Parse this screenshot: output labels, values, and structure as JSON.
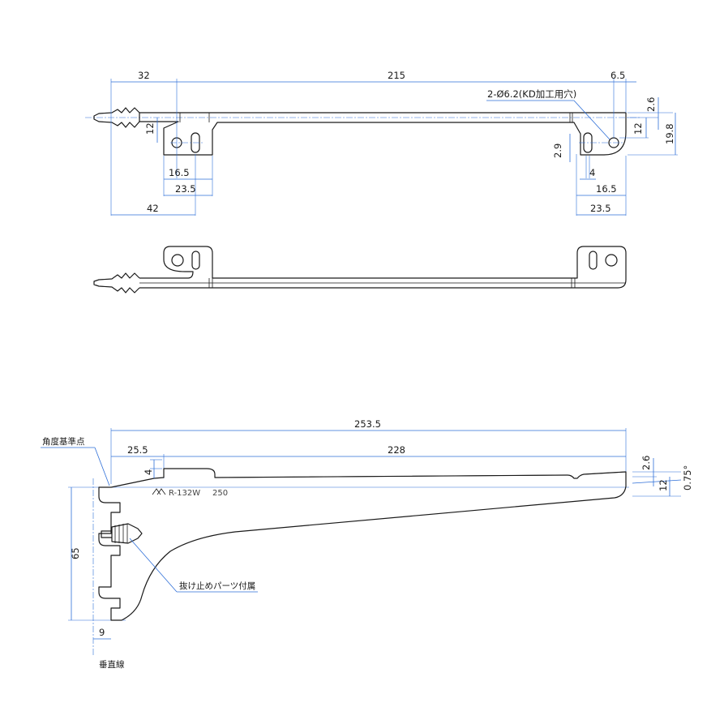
{
  "dimensions": {
    "top_32": "32",
    "top_215": "215",
    "top_6_5": "6.5",
    "hole_note": "2-Ø6.2(KD加工用穴)",
    "right_2_6": "2.6",
    "right_12": "12",
    "right_19_8": "19.8",
    "left_12": "12",
    "left_16_5": "16.5",
    "left_23_5": "23.5",
    "left_42": "42",
    "right_2_9": "2.9",
    "right_4": "4",
    "right_16_5": "16.5",
    "right_23_5": "23.5",
    "side_253_5": "253.5",
    "side_25_5": "25.5",
    "side_228": "228",
    "side_4": "4",
    "side_2_6": "2.6",
    "side_0_75": "0.75°",
    "side_12": "12",
    "side_65": "65",
    "side_9": "9"
  },
  "annotations": {
    "angle_reference": "角度基準点",
    "stopper_note": "抜け止めパーツ付属",
    "vertical_line": "垂直線"
  },
  "product_mark": {
    "model": "R-132W",
    "size": "250"
  },
  "colors": {
    "dimension": "#2e6fd8",
    "outline": "#1a1a1a"
  }
}
